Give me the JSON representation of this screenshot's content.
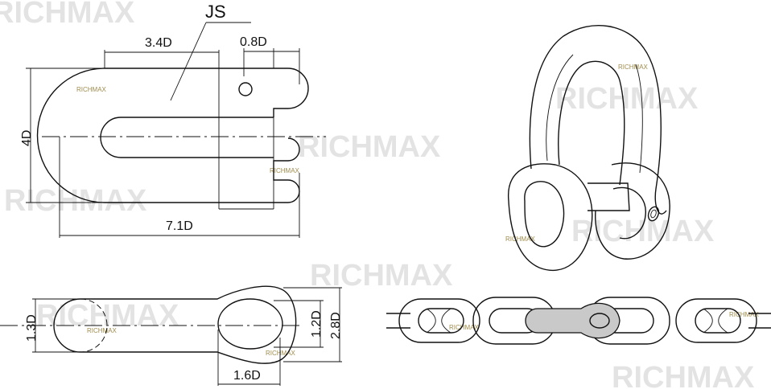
{
  "title": "JS",
  "dimensions": {
    "top_left": "3.4D",
    "top_right": "0.8D",
    "height": "4D",
    "length": "7.1D",
    "lower_left": "1.3D",
    "inner_height": "1.2D",
    "outer_height": "2.8D",
    "opening": "1.6D"
  },
  "watermark": {
    "large": "RICHMAX",
    "small": "RICHMAX"
  }
}
